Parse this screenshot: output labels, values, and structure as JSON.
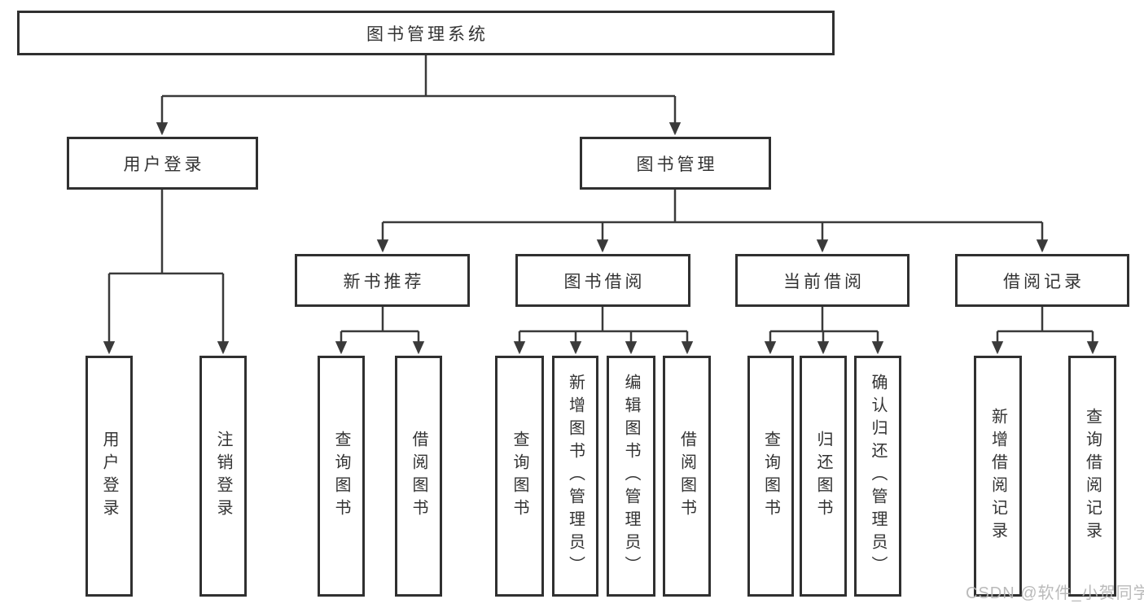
{
  "colors": {
    "background": "#ffffff",
    "line": "#3a3a3a",
    "box-border": "#303030",
    "box-fill": "#ffffff",
    "text": "#333333",
    "watermark": "#b5b5b5"
  },
  "diagram_type": "tree",
  "root": {
    "label": "图书管理系统",
    "children": [
      {
        "label": "用户登录",
        "children": [
          {
            "label": "用户登录"
          },
          {
            "label": "注销登录"
          }
        ]
      },
      {
        "label": "图书管理",
        "children": [
          {
            "label": "新书推荐",
            "children": [
              {
                "label": "查询图书"
              },
              {
                "label": "借阅图书"
              }
            ]
          },
          {
            "label": "图书借阅",
            "children": [
              {
                "label": "查询图书"
              },
              {
                "label": "新增图书（管理员）"
              },
              {
                "label": "编辑图书（管理员）"
              },
              {
                "label": "借阅图书"
              }
            ]
          },
          {
            "label": "当前借阅",
            "children": [
              {
                "label": "查询图书"
              },
              {
                "label": "归还图书"
              },
              {
                "label": "确认归还（管理员）"
              }
            ]
          },
          {
            "label": "借阅记录",
            "children": [
              {
                "label": "新增借阅记录"
              },
              {
                "label": "查询借阅记录"
              }
            ]
          }
        ]
      }
    ]
  },
  "watermark": {
    "text": "CSDN @软件_小贺同学"
  }
}
